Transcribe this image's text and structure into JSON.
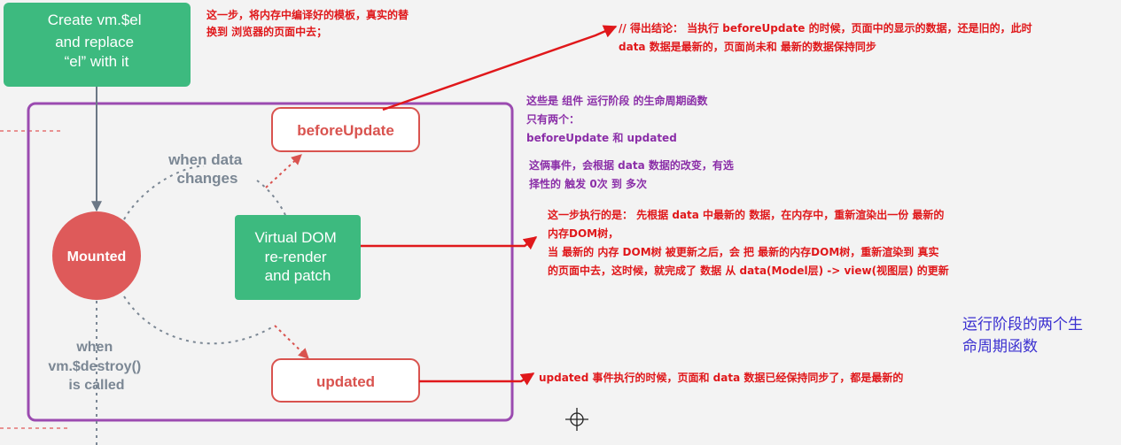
{
  "nodes": {
    "create_el": {
      "lines": [
        "Create vm.$el",
        "and replace",
        "“el” with it"
      ]
    },
    "mounted": {
      "label": "Mounted"
    },
    "before_update": {
      "label": "beforeUpdate"
    },
    "updated": {
      "label": "updated"
    },
    "virtual_dom": {
      "lines": [
        "Virtual DOM",
        "re-render",
        "and patch"
      ]
    }
  },
  "labels": {
    "when_data_changes": [
      "when data",
      "changes"
    ],
    "when_destroy": [
      "when",
      "vm.$destroy()",
      "is called"
    ]
  },
  "notes": {
    "create_el_note": [
      "这一步，将内存中编译好的模板，真实的替",
      "换到 浏览器的页面中去；"
    ],
    "before_update_note": [
      "// 得出结论： 当执行 beforeUpdate 的时候，页面中的显示的数据，还是旧的，此时",
      "data 数据是最新的，页面尚未和 最新的数据保持同步"
    ],
    "phase_note": [
      "这些是 组件 运行阶段 的生命周期函数",
      "只有两个：",
      "beforeUpdate  和  updated"
    ],
    "trigger_note": [
      "这俩事件，会根据 data 数据的改变，有选",
      "择性的 触发 0次 到 多次"
    ],
    "virtual_dom_note": [
      "这一步执行的是： 先根据 data 中最新的 数据，在内存中，重新渲染出一份 最新的",
      "内存DOM树，",
      "当 最新的 内存 DOM树 被更新之后，会 把 最新的内存DOM树，重新渲染到 真实",
      "的页面中去，这时候，就完成了 数据 从  data(Model层) ->  view(视图层) 的更新"
    ],
    "updated_note": [
      "updated 事件执行的时候，页面和 data 数据已经保持同步了，都是最新的"
    ],
    "summary": [
      "运行阶段的两个生",
      "命周期函数"
    ]
  },
  "colors": {
    "green": "#3dba7f",
    "dark_green": "#2fa873",
    "red_node": "#de5a5a",
    "node_border": "#d9534f",
    "purple_frame": "#9b4bb0",
    "arrow_red": "#e0181b",
    "gray_text": "#7b8794"
  }
}
